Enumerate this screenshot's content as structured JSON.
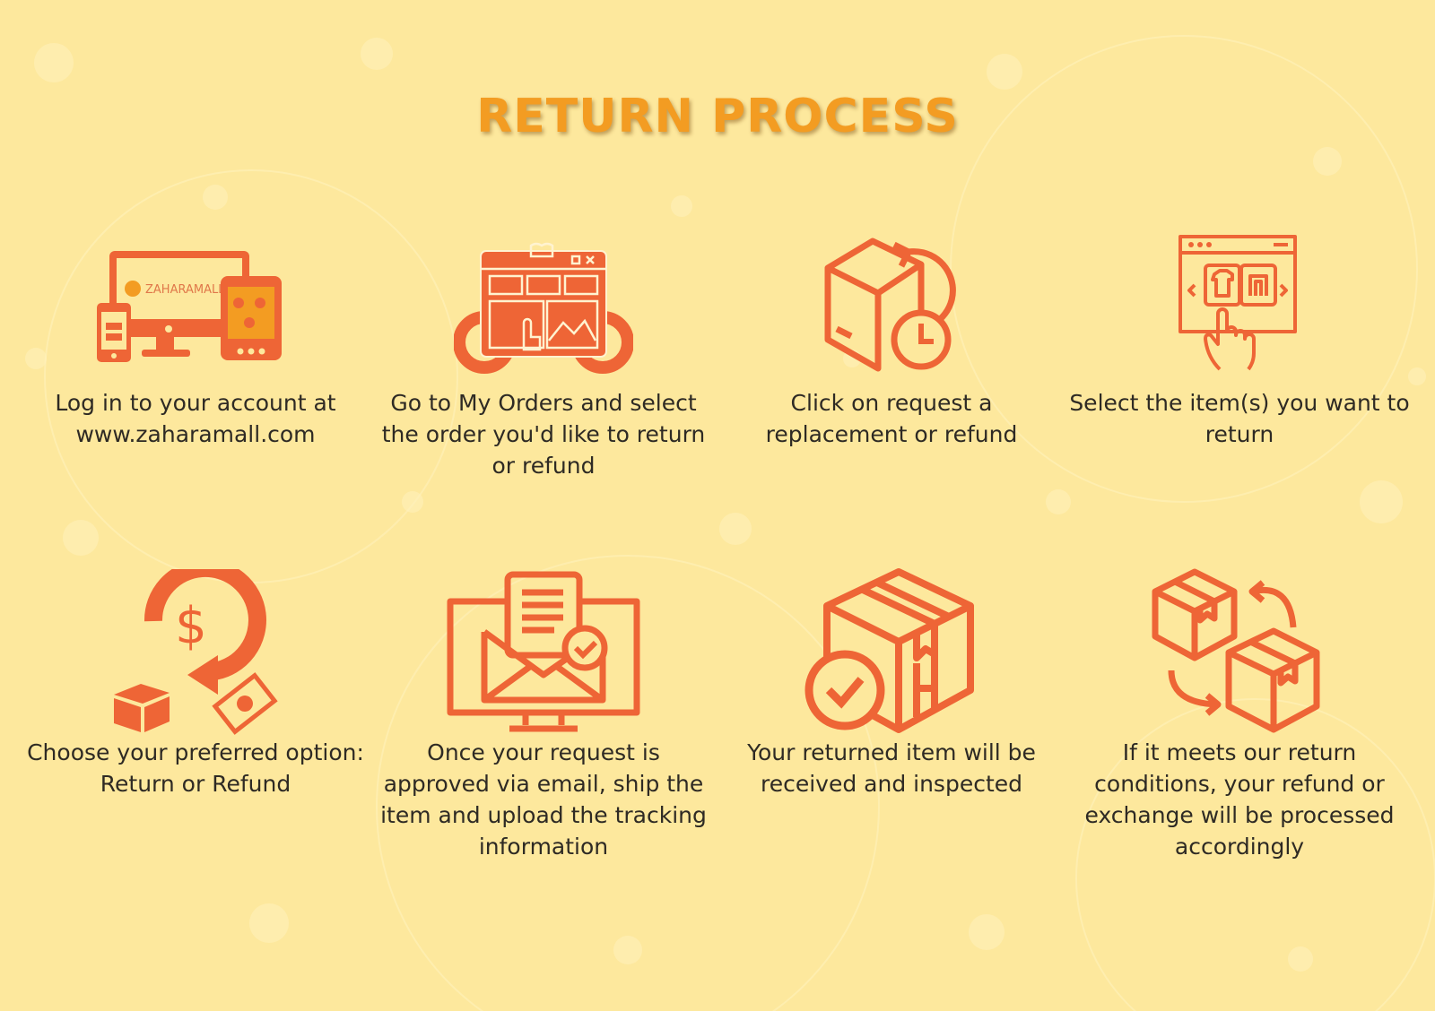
{
  "title": "RETURN PROCESS",
  "accent_color": "#ee6536",
  "title_color": "#f39c22",
  "background_color": "#fde89d",
  "logo_text": "ZAHARAMALL",
  "steps": [
    {
      "icon": "devices-icon",
      "text": "Log in to your account at www.zaharamall.com"
    },
    {
      "icon": "orders-window-icon",
      "text": "Go to My Orders and select the order you'd like to return or refund"
    },
    {
      "icon": "box-return-clock-icon",
      "text": "Click on request a replacement or refund"
    },
    {
      "icon": "select-item-browser-icon",
      "text": "Select the item(s) you want to return"
    },
    {
      "icon": "refund-option-icon",
      "text": "Choose your preferred option: Return or Refund"
    },
    {
      "icon": "email-approval-icon",
      "text": "Once your request is approved via email, ship the item and upload the tracking information"
    },
    {
      "icon": "box-received-check-icon",
      "text": "Your returned item will be received and inspected"
    },
    {
      "icon": "box-exchange-icon",
      "text": "If it meets our return conditions, your refund or exchange will be processed accordingly"
    }
  ]
}
